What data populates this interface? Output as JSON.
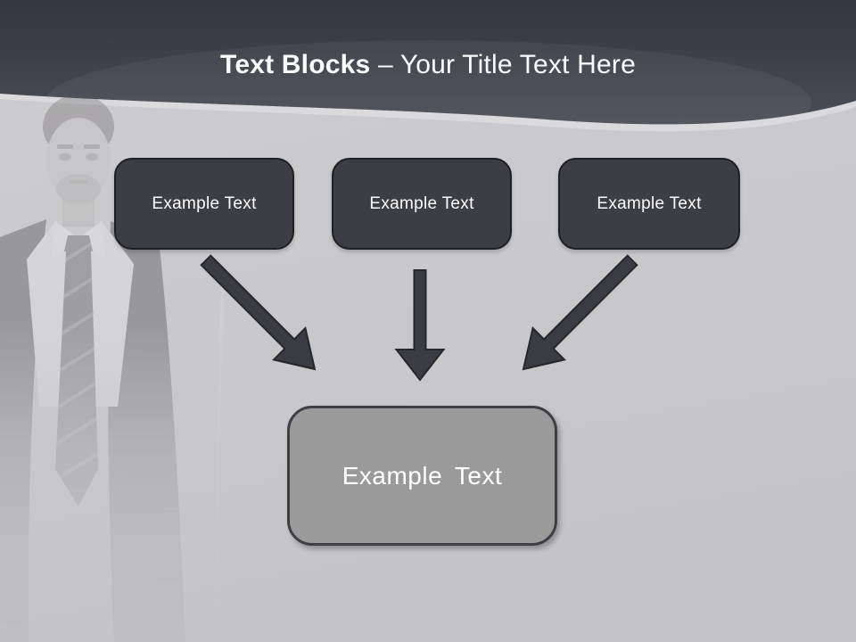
{
  "slide": {
    "title": {
      "bold": "Text Blocks",
      "rest": "– Your Title Text Here"
    },
    "source_boxes": [
      {
        "id": 1,
        "label": "Example Text"
      },
      {
        "id": 2,
        "label": "Example Text"
      },
      {
        "id": 3,
        "label": "Example Text"
      }
    ],
    "target_box": {
      "label": "Example Text"
    },
    "connectors": [
      {
        "from": "source-box-1",
        "to": "target-box",
        "shape": "diagonal-arrow-down-right"
      },
      {
        "from": "source-box-2",
        "to": "target-box",
        "shape": "straight-arrow-down"
      },
      {
        "from": "source-box-3",
        "to": "target-box",
        "shape": "diagonal-arrow-down-left"
      }
    ],
    "decor": {
      "photo": "faded grayscale businessman in suit with striped tie, left edge"
    },
    "colors": {
      "background": "#c8c8ca",
      "header_top": "#34363d",
      "header_bottom": "#4b4d56",
      "header_highlight": "#dadadd",
      "dark_box_fill": "#3c3e44",
      "dark_box_border": "#1f2025",
      "target_fill": "#9a9a9a",
      "target_border": "#3e3f44",
      "arrow_fill": "#3a3c42",
      "text": "#ffffff"
    }
  }
}
